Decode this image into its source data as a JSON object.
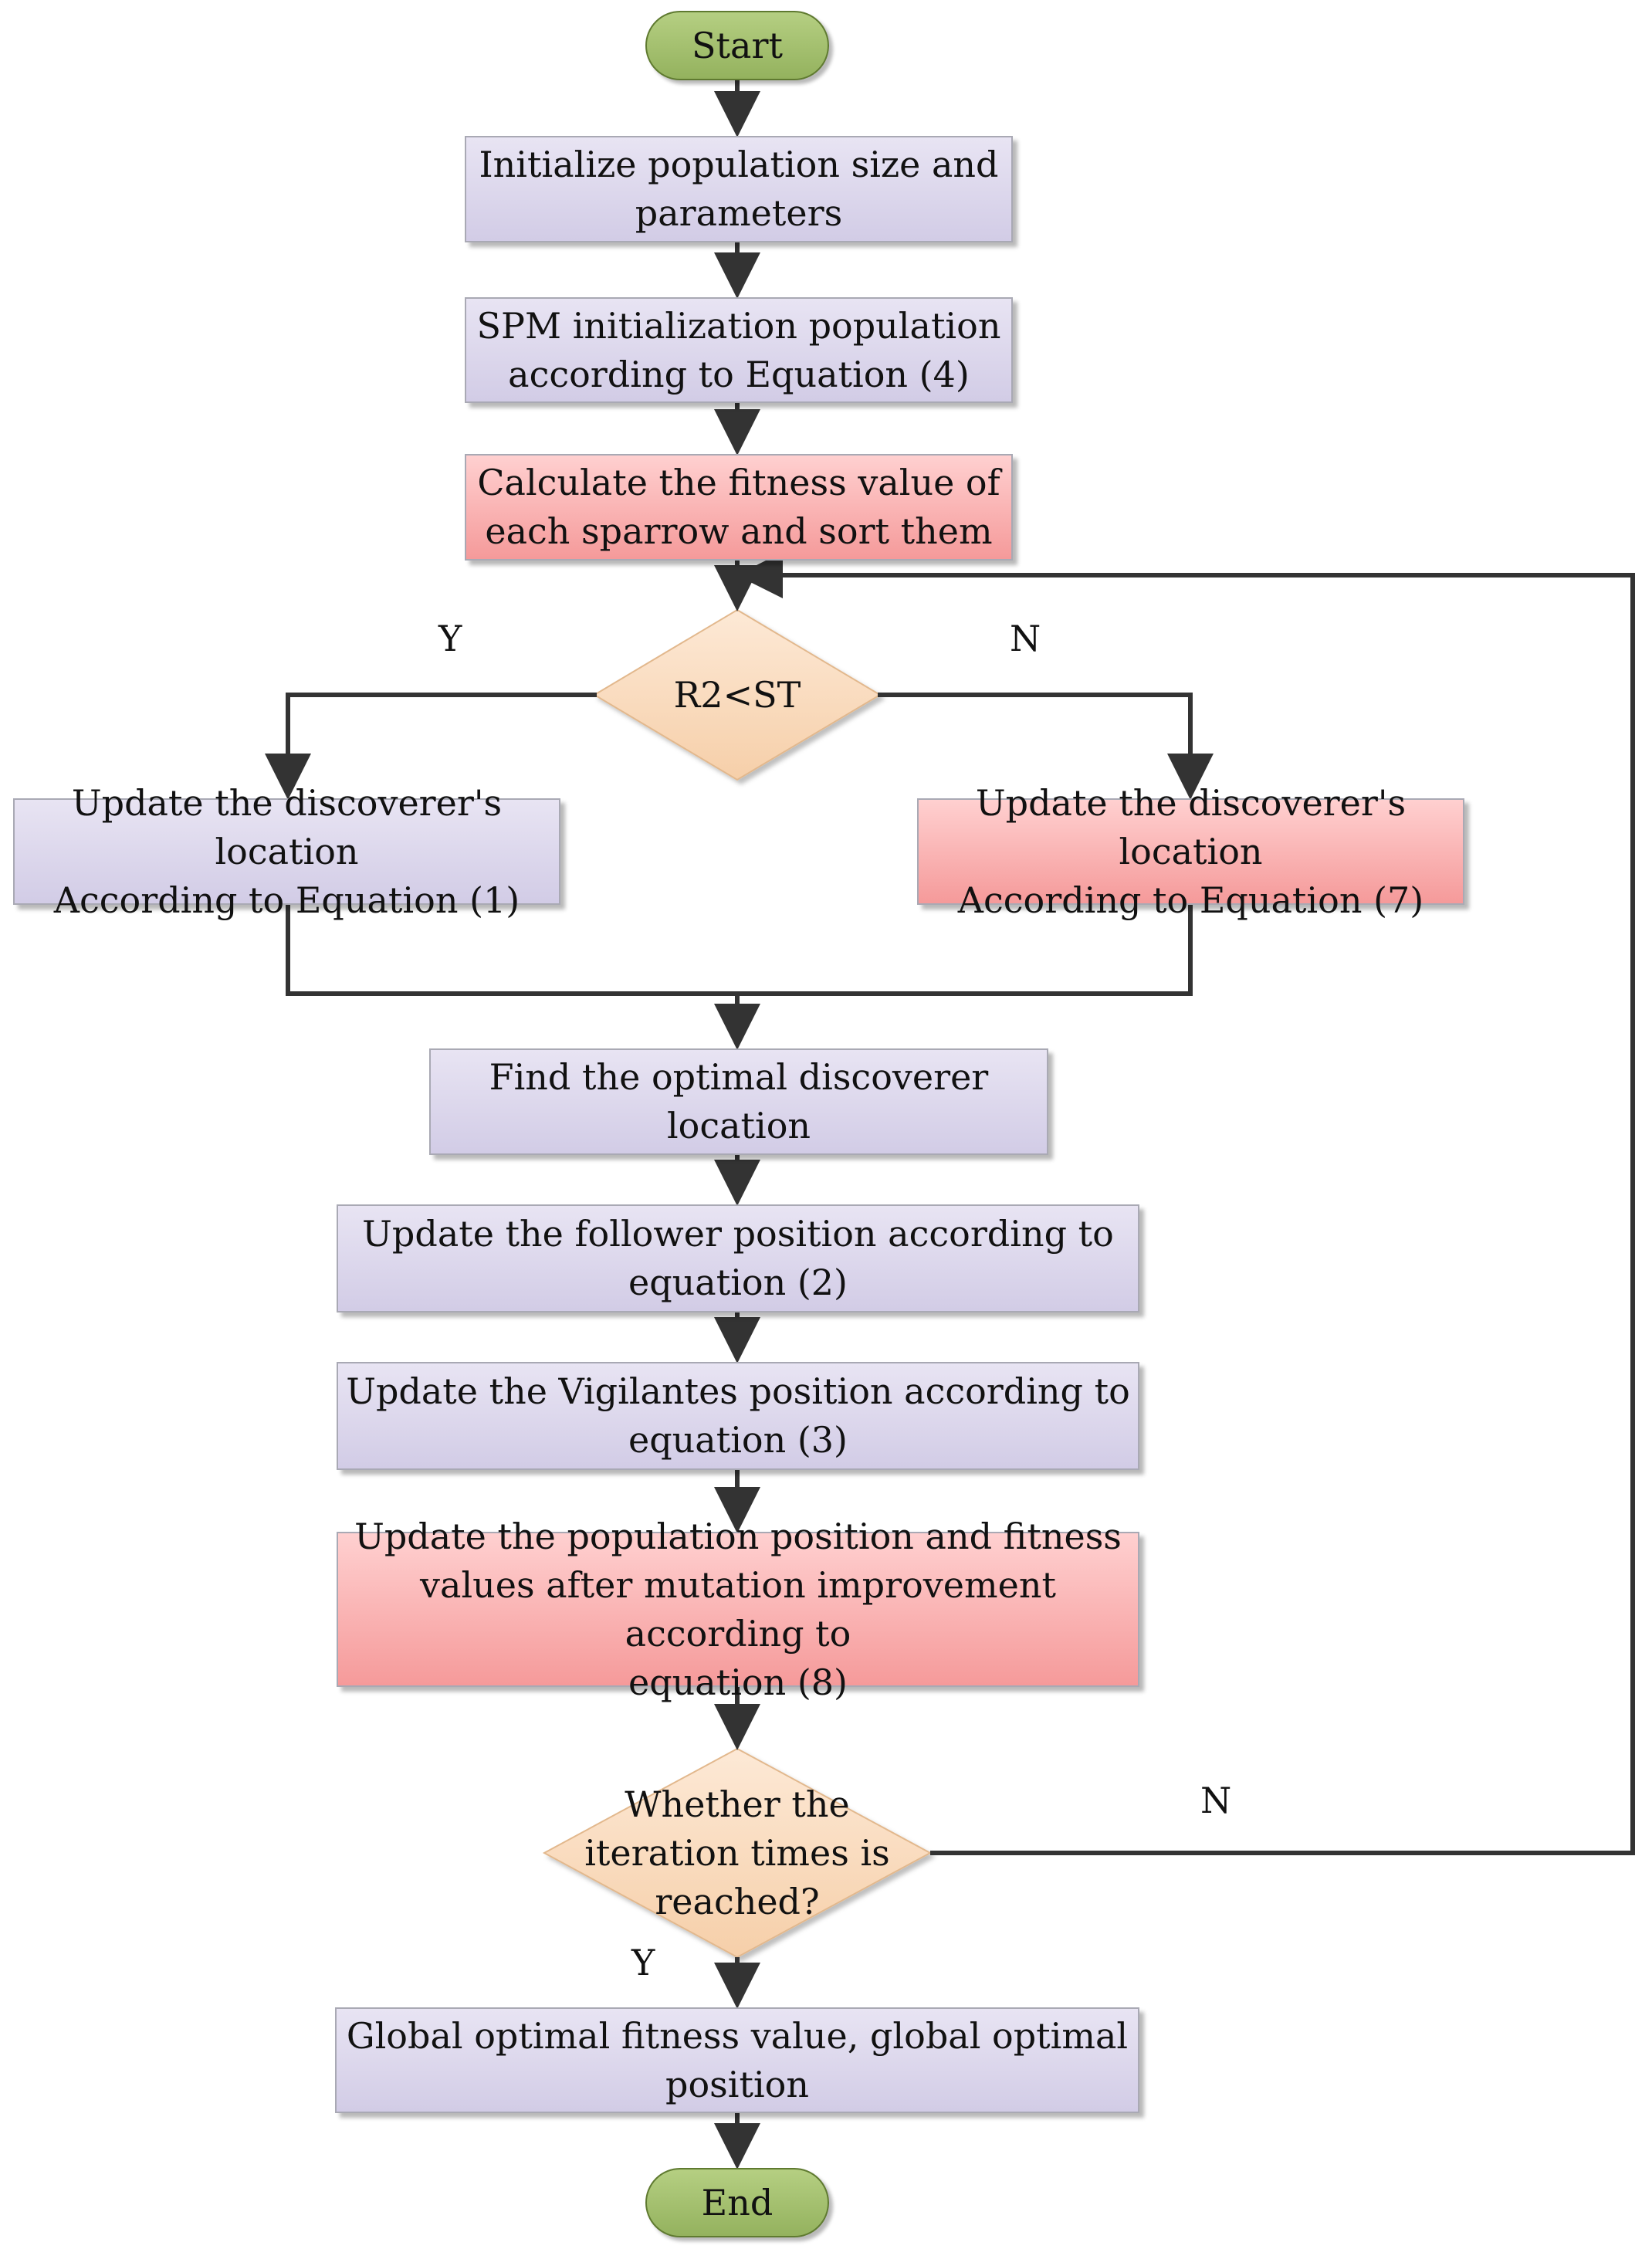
{
  "flowchart": {
    "start": "Start",
    "end": "End",
    "steps": {
      "init": [
        "Initialize population size and",
        "parameters"
      ],
      "spm": [
        "SPM initialization population",
        "according to Equation (4)"
      ],
      "fitness": [
        "Calculate the fitness value of",
        "each sparrow and sort them"
      ],
      "decision1": "R2<ST",
      "upd_eq1": [
        "Update the discoverer's location",
        "According to Equation (1)"
      ],
      "upd_eq7": [
        "Update the discoverer's location",
        "According to Equation (7)"
      ],
      "optimal": "Find the optimal discoverer location",
      "follower": [
        "Update the follower position according to",
        "equation (2)"
      ],
      "vigilantes": [
        "Update the Vigilantes position according to",
        "equation (3)"
      ],
      "mutation": [
        "Update the population position and fitness",
        "values after mutation improvement according to",
        "equation (8)"
      ],
      "decision2": [
        "Whether the",
        "iteration times is",
        "reached?"
      ],
      "global": [
        "Global optimal fitness value, global optimal",
        "position"
      ]
    },
    "labels": {
      "d1_yes": "Y",
      "d1_no": "N",
      "d2_no": "N",
      "d2_yes": "Y"
    },
    "colors": {
      "process": "#dcd6ec",
      "highlight": "#f9b3b3",
      "terminal": "#a3c16e",
      "decision": "#fbdcc0",
      "connector": "#333333"
    }
  }
}
